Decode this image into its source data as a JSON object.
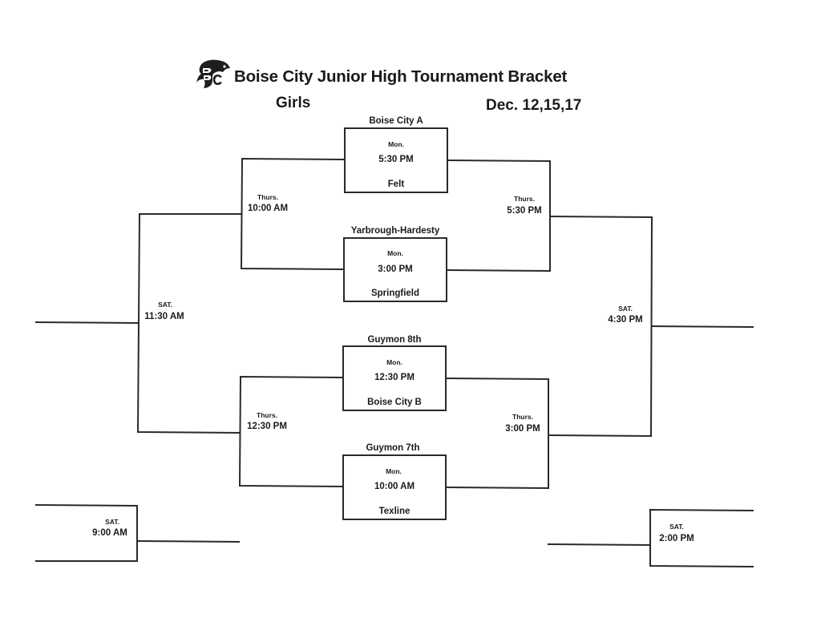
{
  "header": {
    "title": "Boise City Junior High Tournament Bracket",
    "division": "Girls",
    "dates": "Dec. 12,15,17"
  },
  "first_round": [
    {
      "top_team": "Boise City A",
      "day": "Mon.",
      "time": "5:30 PM",
      "bottom_team": "Felt"
    },
    {
      "top_team": "Yarbrough-Hardesty",
      "day": "Mon.",
      "time": "3:00 PM",
      "bottom_team": "Springfield"
    },
    {
      "top_team": "Guymon 8th",
      "day": "Mon.",
      "time": "12:30 PM",
      "bottom_team": "Boise City B"
    },
    {
      "top_team": "Guymon 7th",
      "day": "Mon.",
      "time": "10:00 AM",
      "bottom_team": "Texline"
    }
  ],
  "left_semis": [
    {
      "day": "Thurs.",
      "time": "10:00 AM"
    },
    {
      "day": "Thurs.",
      "time": "12:30 PM"
    }
  ],
  "right_semis": [
    {
      "day": "Thurs.",
      "time": "5:30 PM"
    },
    {
      "day": "Thurs.",
      "time": "3:00 PM"
    }
  ],
  "left_final": {
    "day": "SAT.",
    "time": "11:30 AM"
  },
  "right_final": {
    "day": "SAT.",
    "time": "4:30 PM"
  },
  "left_consolation": {
    "day": "SAT.",
    "time": "9:00 AM"
  },
  "right_consolation": {
    "day": "SAT.",
    "time": "2:00 PM"
  }
}
